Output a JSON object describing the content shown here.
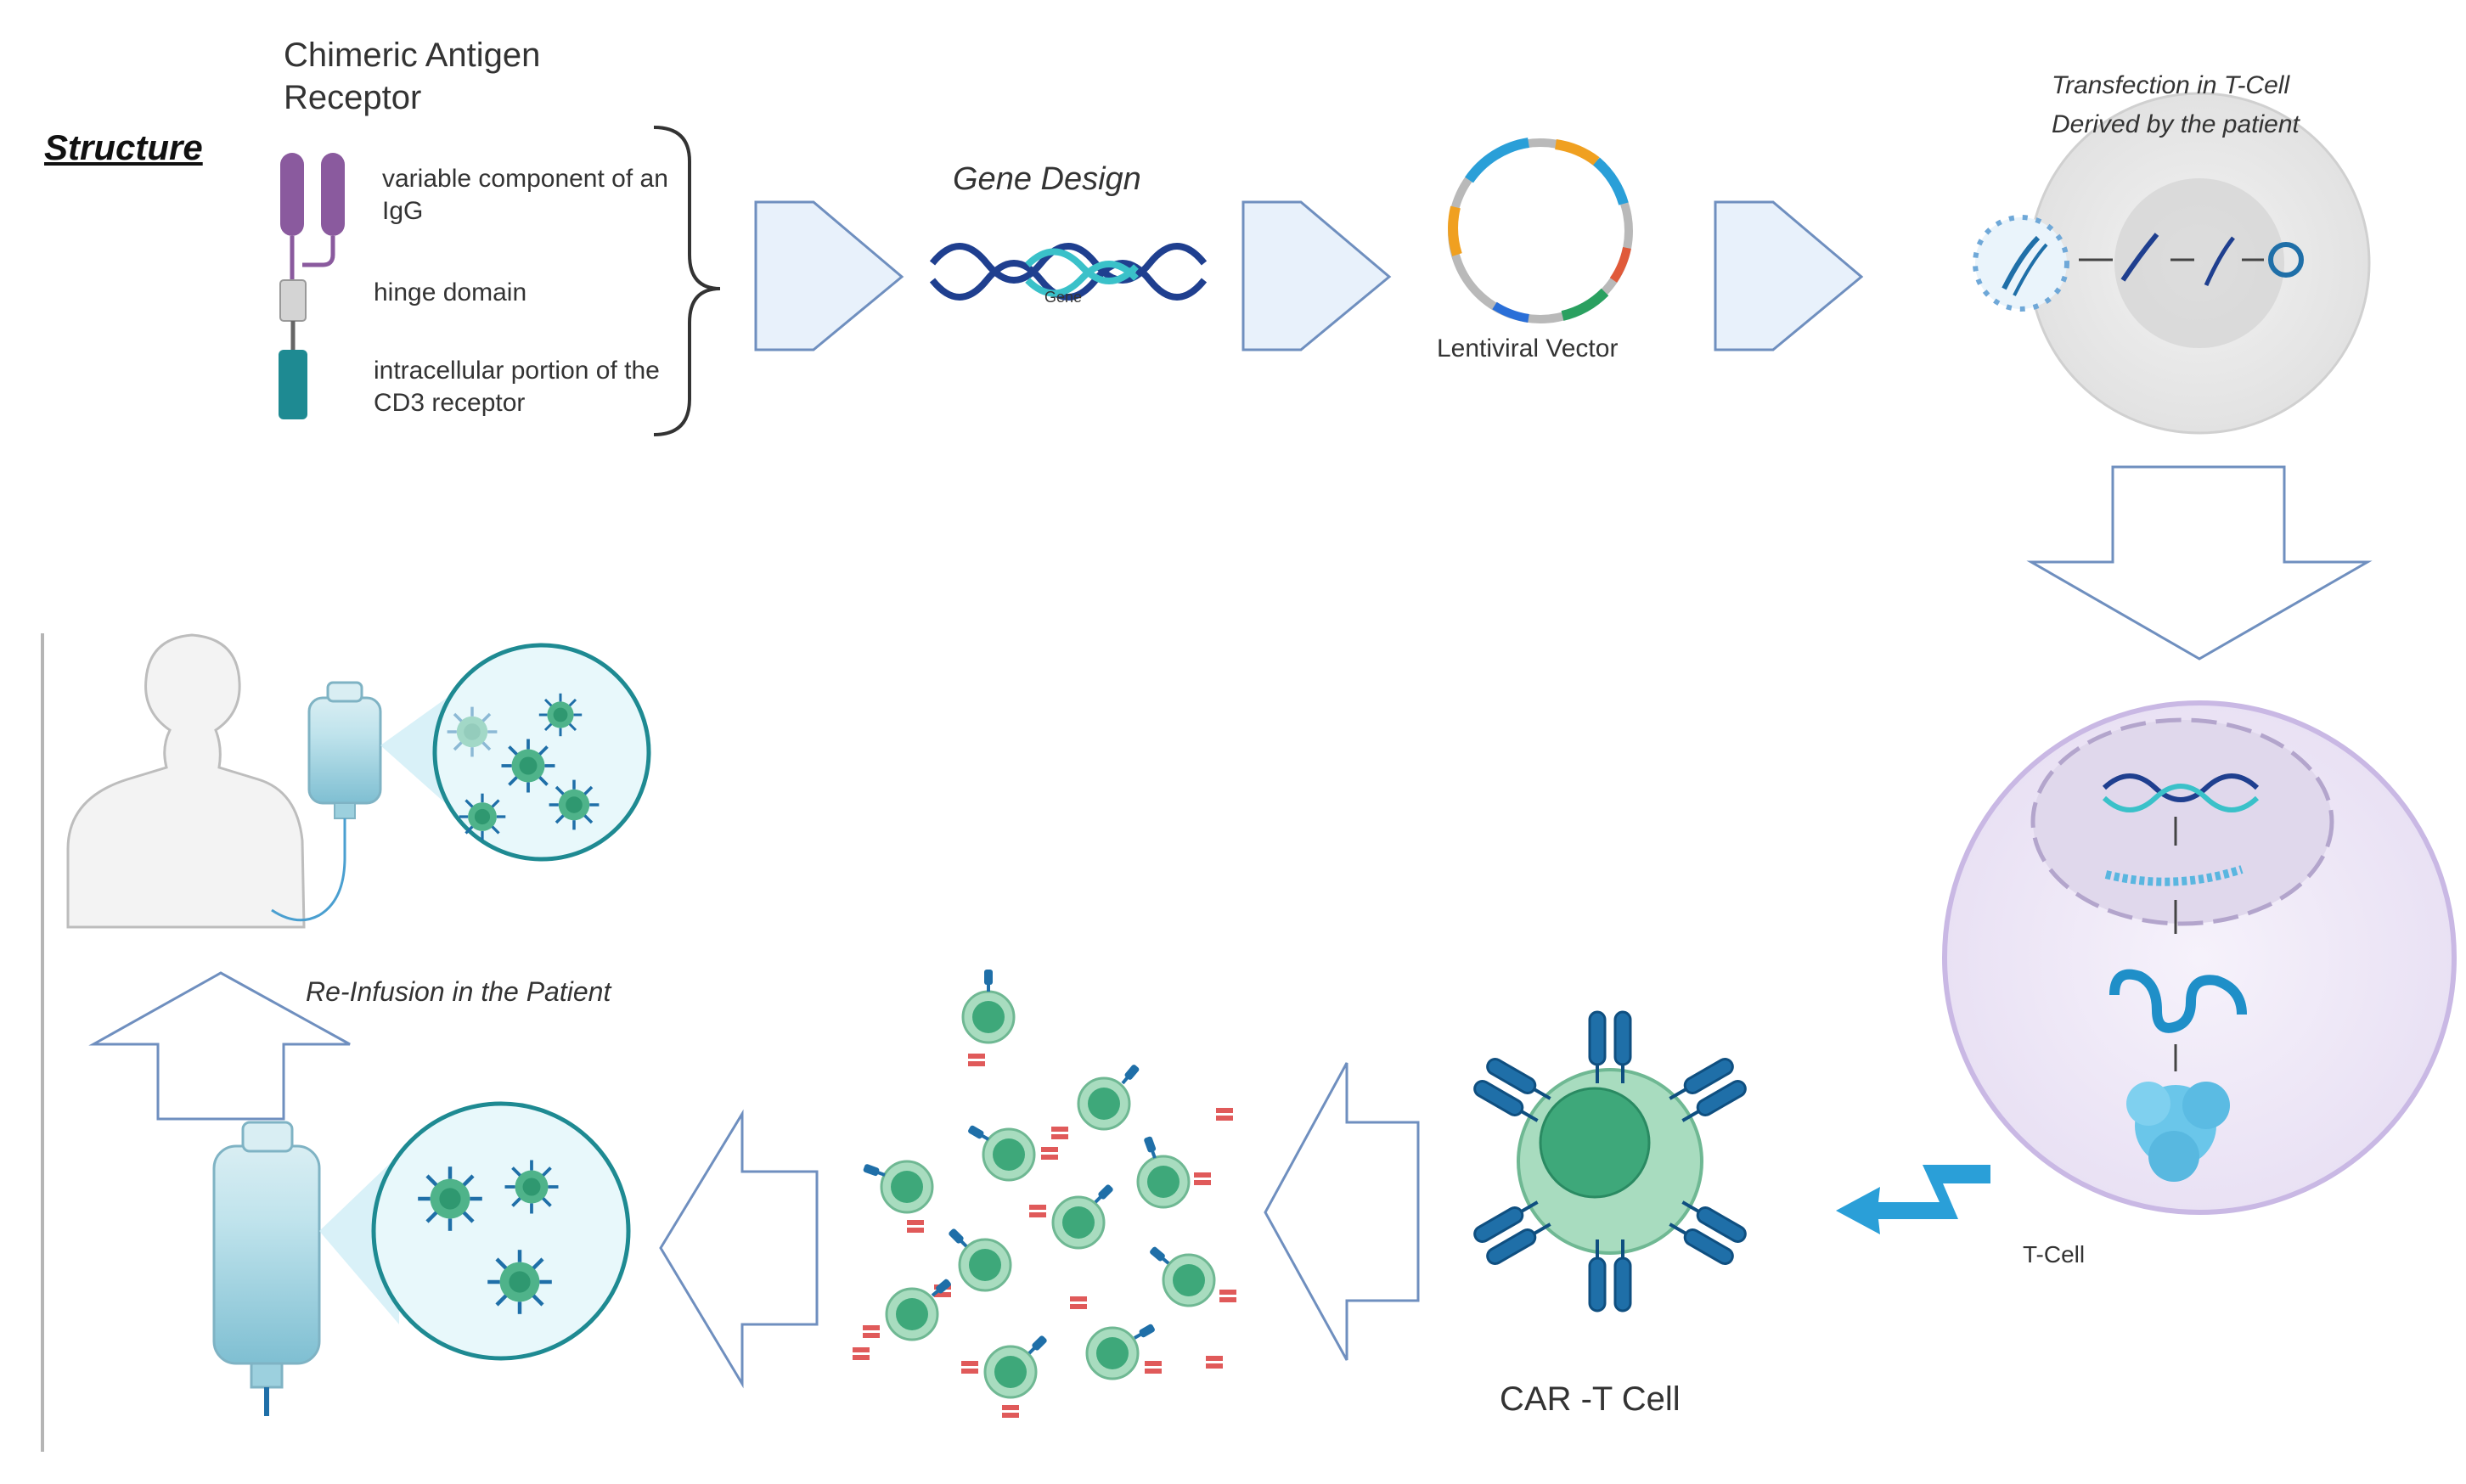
{
  "labels": {
    "structure": "Structure",
    "car_title": "Chimeric Antigen Receptor",
    "variable": "variable component of an IgG",
    "hinge": "hinge domain",
    "intracellular": "intracellular portion of the CD3 receptor",
    "gene_design": "Gene Design",
    "gene": "Gene",
    "lentiviral": "Lentiviral Vector",
    "transfection_1": "Transfection in T-Cell",
    "transfection_2": "Derived by the patient",
    "t_cell": "T-Cell",
    "car_t": "CAR -T Cell",
    "reinfusion": "Re-Infusion in the Patient"
  },
  "colors": {
    "arrow_fill": "#e8f1fb",
    "arrow_stroke": "#6f8fbf",
    "car_purple": "#8a5a9e",
    "car_grey": "#d0d0d0",
    "car_teal": "#1e8a92",
    "dna_dark": "#1f3f8f",
    "dna_light": "#3ac1c9",
    "cell_green": "#6fc39a",
    "cell_nucleus": "#3ea87a",
    "receptor_blue": "#1f6fa8",
    "antigen_red": "#e05a5a",
    "bag_blue": "#8ecbd9",
    "tcell_purple": "#c9b8e4",
    "lightning_blue": "#2a9fd8"
  }
}
